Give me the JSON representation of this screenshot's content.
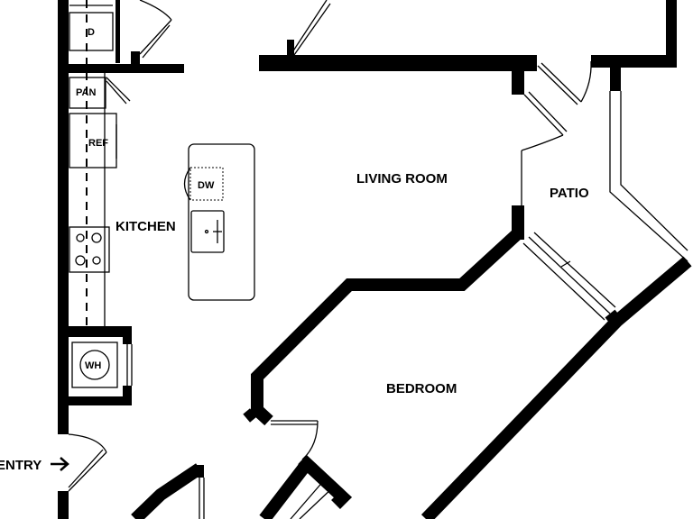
{
  "labels": {
    "living_room": "LIVING ROOM",
    "patio": "PATIO",
    "kitchen": "KITCHEN",
    "bedroom": "BEDROOM",
    "entry": "ENTRY",
    "dishwasher": "DW",
    "refrigerator": "REF",
    "pantry": "PAN",
    "dryer": "D",
    "water_heater": "WH"
  },
  "icons": {
    "entry_arrow": "right-arrow-icon"
  }
}
